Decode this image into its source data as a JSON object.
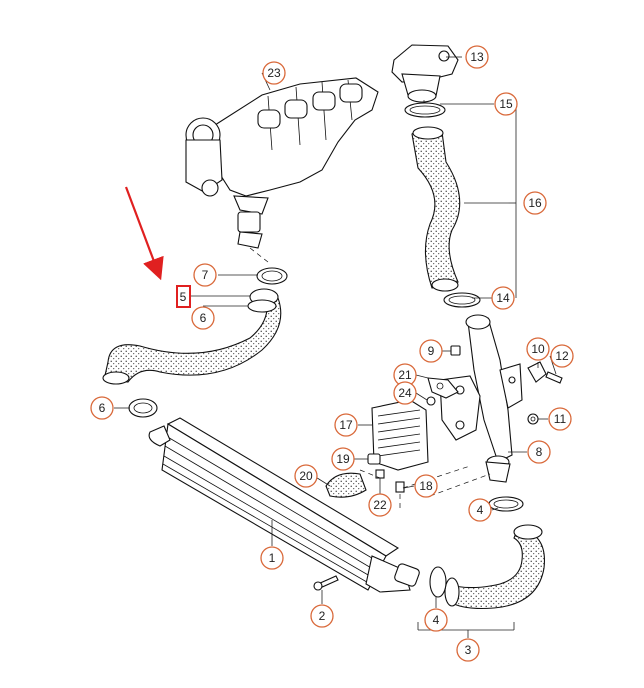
{
  "callouts": [
    {
      "id": "1",
      "label": "1"
    },
    {
      "id": "2",
      "label": "2"
    },
    {
      "id": "3",
      "label": "3"
    },
    {
      "id": "4a",
      "label": "4"
    },
    {
      "id": "4b",
      "label": "4"
    },
    {
      "id": "5",
      "label": "5"
    },
    {
      "id": "6a",
      "label": "6"
    },
    {
      "id": "6b",
      "label": "6"
    },
    {
      "id": "7",
      "label": "7"
    },
    {
      "id": "8",
      "label": "8"
    },
    {
      "id": "9",
      "label": "9"
    },
    {
      "id": "10",
      "label": "10"
    },
    {
      "id": "11",
      "label": "11"
    },
    {
      "id": "12",
      "label": "12"
    },
    {
      "id": "13",
      "label": "13"
    },
    {
      "id": "14",
      "label": "14"
    },
    {
      "id": "15",
      "label": "15"
    },
    {
      "id": "16",
      "label": "16"
    },
    {
      "id": "17",
      "label": "17"
    },
    {
      "id": "18",
      "label": "18"
    },
    {
      "id": "19",
      "label": "19"
    },
    {
      "id": "20",
      "label": "20"
    },
    {
      "id": "21",
      "label": "21"
    },
    {
      "id": "22",
      "label": "22"
    },
    {
      "id": "23",
      "label": "23"
    },
    {
      "id": "24",
      "label": "24"
    }
  ],
  "highlight": {
    "target": "5",
    "color": "#e02020"
  }
}
